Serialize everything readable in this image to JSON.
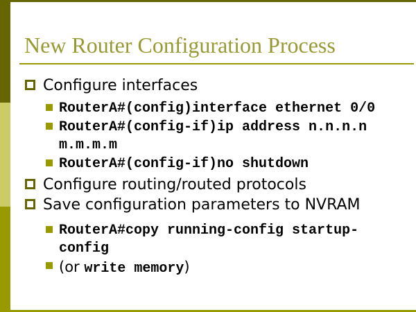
{
  "slide": {
    "title": "New Router Configuration Process"
  },
  "content": {
    "items": [
      {
        "text": "Configure interfaces"
      },
      {
        "text": "RouterA#(config)interface ethernet 0/0"
      },
      {
        "text": "RouterA#(config-if)ip address n.n.n.n m.m.m.m"
      },
      {
        "text": "RouterA#(config-if)no shutdown"
      },
      {
        "text": "Configure routing/routed protocols"
      },
      {
        "text": "Save configuration parameters to NVRAM"
      },
      {
        "text": "RouterA#copy running-config startup-config"
      },
      {
        "prefix": "(or ",
        "mono": "write memory",
        "suffix": ")"
      }
    ]
  },
  "colors": {
    "accent_dark": "#666600",
    "accent_light": "#CCCC66",
    "accent_medium": "#999900",
    "title_color": "#999933",
    "text_color": "#000000"
  }
}
